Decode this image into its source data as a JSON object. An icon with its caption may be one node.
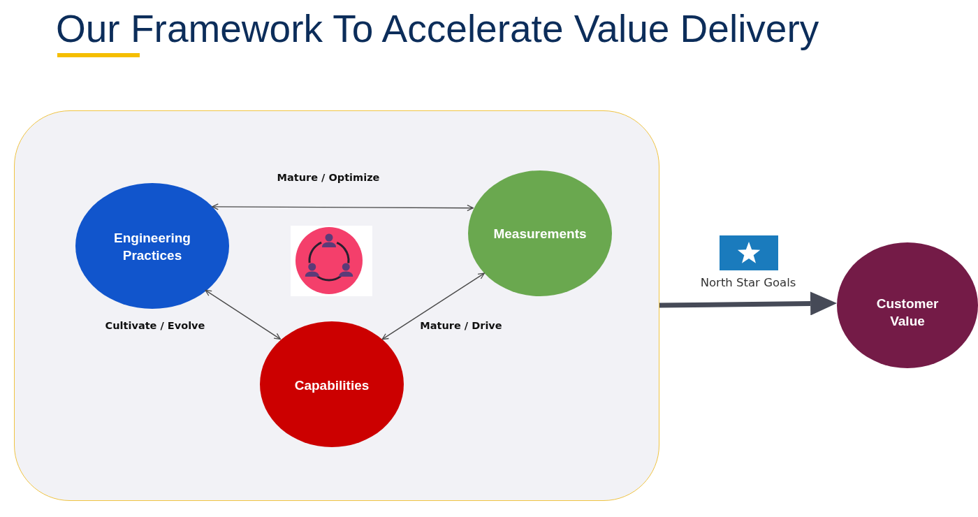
{
  "diagram": {
    "title": "Our Framework To Accelerate Value Delivery",
    "nodes": [
      {
        "text": [],
        "shape": "box"
      },
      {
        "text": [
          "Engineering Practices"
        ],
        "in": 0
      },
      {
        "text": [
          "Measurements"
        ],
        "in": 0
      },
      {
        "text": [
          "Capabilities"
        ],
        "in": 0
      },
      {
        "text": [
          "Customer Value"
        ]
      }
    ],
    "edges": [
      {
        "from": 1,
        "to": 2,
        "arrow": "both",
        "label": "Mature / Optimize"
      },
      {
        "from": 1,
        "to": 3,
        "arrow": "both",
        "label": "Cultivate / Evolve"
      },
      {
        "from": 2,
        "to": 3,
        "arrow": "both",
        "label": "Mature / Drive"
      },
      {
        "from": 0,
        "to": 4,
        "arrow": "to",
        "label": "North Star Goals",
        "style": "thick"
      }
    ]
  }
}
